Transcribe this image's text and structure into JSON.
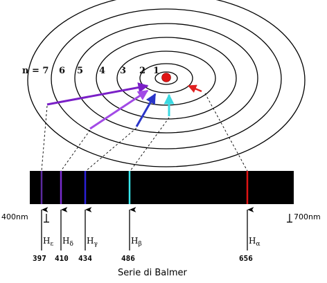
{
  "levels": [
    "n = 7",
    "6",
    "5",
    "4",
    "3",
    "2",
    "1"
  ],
  "spectrum": {
    "left_label": "400nm",
    "right_label": "700nm",
    "lines": [
      {
        "name": "H",
        "sub": "ε",
        "wavelength": "397",
        "color": "#5b2a9e"
      },
      {
        "name": "H",
        "sub": "δ",
        "wavelength": "410",
        "color": "#7a2ccf"
      },
      {
        "name": "H",
        "sub": "γ",
        "wavelength": "434",
        "color": "#2a1fd6"
      },
      {
        "name": "H",
        "sub": "β",
        "wavelength": "486",
        "color": "#38e8ec"
      },
      {
        "name": "H",
        "sub": "α",
        "wavelength": "656",
        "color": "#e01414"
      }
    ]
  },
  "transitions": [
    {
      "from": "7",
      "to": "2",
      "color": "#7a1fc7"
    },
    {
      "from": "6",
      "to": "2",
      "color": "#a24ae6"
    },
    {
      "from": "5",
      "to": "2",
      "color": "#2a35c8"
    },
    {
      "from": "4",
      "to": "2",
      "color": "#3ad9e2"
    },
    {
      "from": "3",
      "to": "2",
      "color": "#e02020"
    }
  ],
  "colors": {
    "nucleus": "#e01414",
    "band": "#000000"
  },
  "caption": "Serie di Balmer"
}
